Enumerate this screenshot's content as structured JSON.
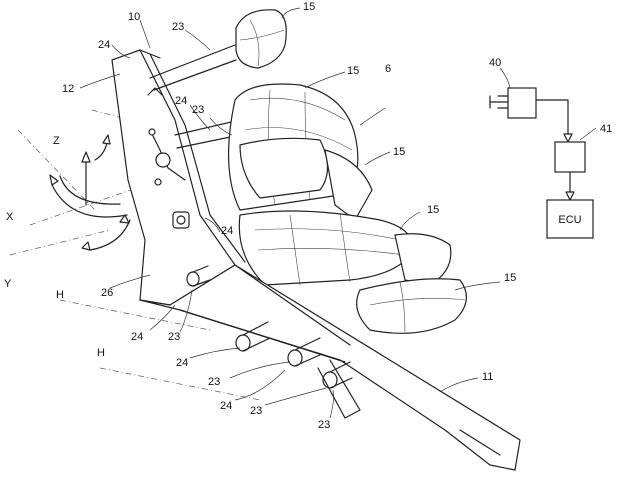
{
  "labels": {
    "l10": "10",
    "l23a": "23",
    "l15a": "15",
    "l24a": "24",
    "l12": "12",
    "l15b": "15",
    "l6": "6",
    "l24b": "24",
    "l23b": "23",
    "lZ": "Z",
    "l15c": "15",
    "lX": "X",
    "l15d": "15",
    "l24c": "24",
    "lY": "Y",
    "l26": "26",
    "l15e": "15",
    "lH1": "H",
    "l24d": "24",
    "l23c": "23",
    "l24e": "24",
    "lH2": "H",
    "l23d": "23",
    "l24f": "24",
    "l23e": "23",
    "l23f": "23",
    "l11": "11",
    "l40": "40",
    "l41": "41"
  },
  "ecu_label": "ECU"
}
